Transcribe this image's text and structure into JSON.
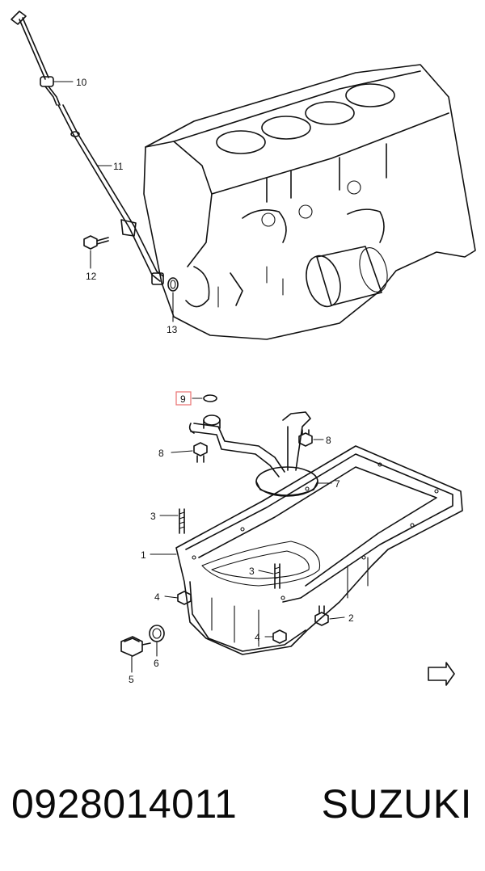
{
  "diagram": {
    "callouts": {
      "c10": "10",
      "c11": "11",
      "c12": "12",
      "c13": "13",
      "c9": "9",
      "c8a": "8",
      "c8b": "8",
      "c7": "7",
      "c3a": "3",
      "c1": "1",
      "c3b": "3",
      "c4a": "4",
      "c2": "2",
      "c4b": "4",
      "c5": "5",
      "c6": "6"
    },
    "fwd_label": "FWD",
    "highlight_color": "#e87070"
  },
  "caption": {
    "part_number": "0928014011",
    "brand": "SUZUKI"
  }
}
